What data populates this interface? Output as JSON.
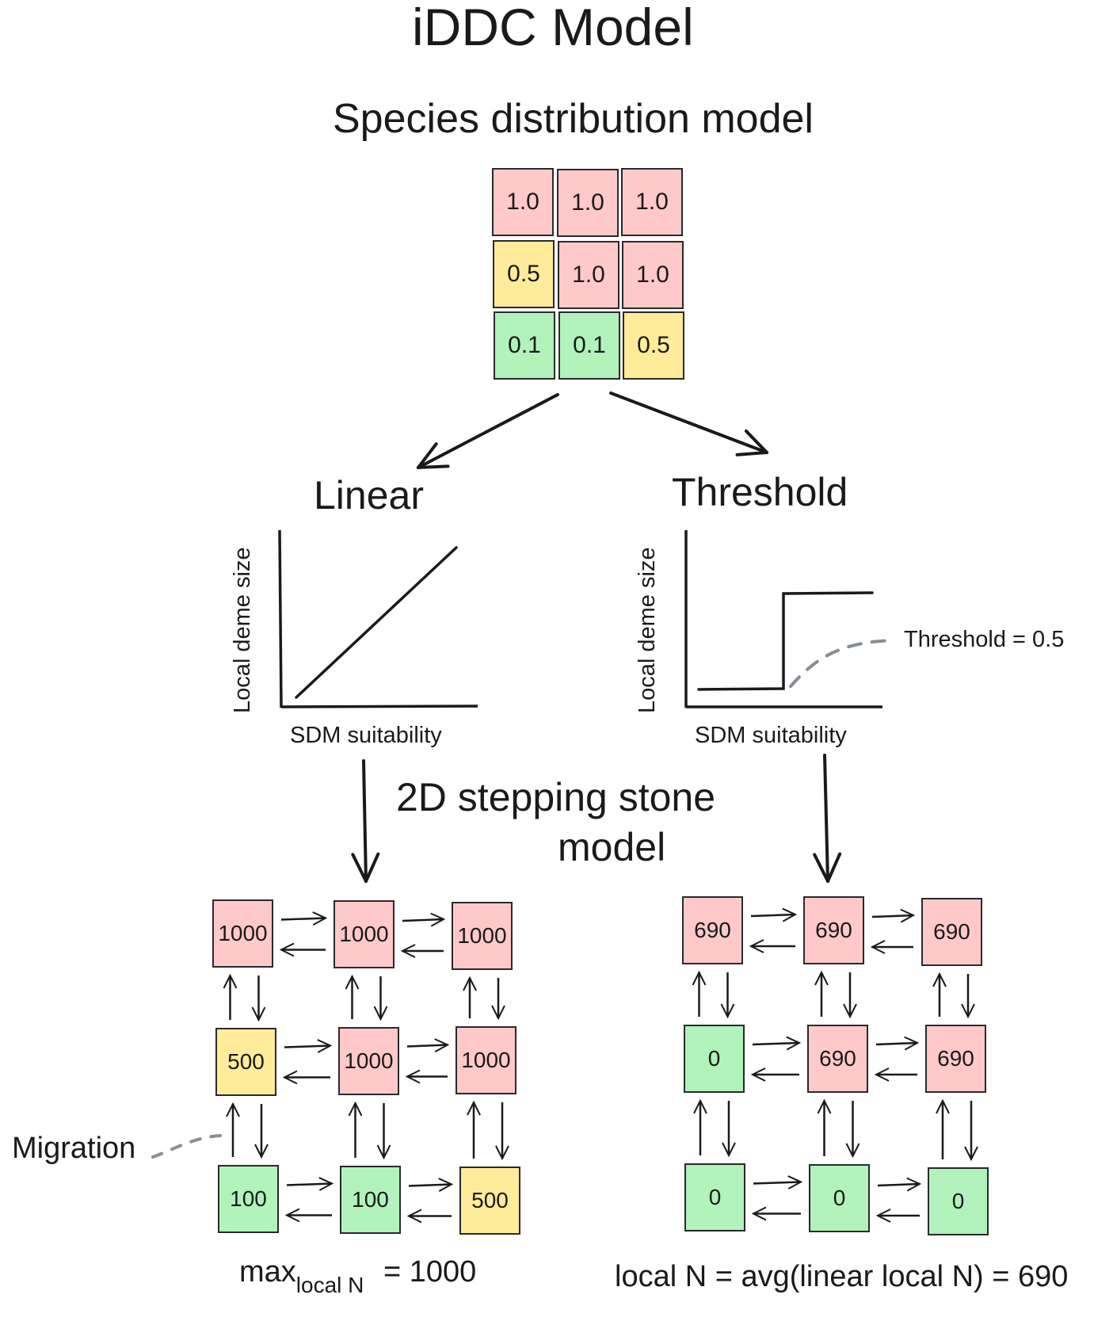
{
  "title": "iDDC Model",
  "sdm": {
    "heading": "Species distribution model",
    "grid": [
      [
        {
          "value": "1.0",
          "class": "high"
        },
        {
          "value": "1.0",
          "class": "high"
        },
        {
          "value": "1.0",
          "class": "high"
        }
      ],
      [
        {
          "value": "0.5",
          "class": "mid"
        },
        {
          "value": "1.0",
          "class": "high"
        },
        {
          "value": "1.0",
          "class": "high"
        }
      ],
      [
        {
          "value": "0.1",
          "class": "low"
        },
        {
          "value": "0.1",
          "class": "low"
        },
        {
          "value": "0.5",
          "class": "mid"
        }
      ]
    ]
  },
  "linear": {
    "heading": "Linear",
    "ylabel": "Local deme size",
    "xlabel": "SDM suitability"
  },
  "threshold": {
    "heading": "Threshold",
    "ylabel": "Local deme size",
    "xlabel": "SDM suitability",
    "annotation": "Threshold = 0.5",
    "threshold_value": 0.5
  },
  "stepping_stone": {
    "heading_line1": "2D stepping stone",
    "heading_line2": "model",
    "migration_label": "Migration",
    "linear_grid": [
      [
        {
          "value": "1000",
          "class": "high"
        },
        {
          "value": "1000",
          "class": "high"
        },
        {
          "value": "1000",
          "class": "high"
        }
      ],
      [
        {
          "value": "500",
          "class": "mid"
        },
        {
          "value": "1000",
          "class": "high"
        },
        {
          "value": "1000",
          "class": "high"
        }
      ],
      [
        {
          "value": "100",
          "class": "low"
        },
        {
          "value": "100",
          "class": "low"
        },
        {
          "value": "500",
          "class": "mid"
        }
      ]
    ],
    "threshold_grid": [
      [
        {
          "value": "690",
          "class": "high"
        },
        {
          "value": "690",
          "class": "high"
        },
        {
          "value": "690",
          "class": "high"
        }
      ],
      [
        {
          "value": "0",
          "class": "low"
        },
        {
          "value": "690",
          "class": "high"
        },
        {
          "value": "690",
          "class": "high"
        }
      ],
      [
        {
          "value": "0",
          "class": "low"
        },
        {
          "value": "0",
          "class": "low"
        },
        {
          "value": "0",
          "class": "low"
        }
      ]
    ],
    "linear_formula": {
      "main": "max",
      "sub": "local N",
      "rest": "= 1000"
    },
    "threshold_formula": "local N = avg(linear local N) = 690"
  },
  "colors": {
    "high": "#ffc9c9",
    "mid": "#ffeb99",
    "low": "#b2f2bb",
    "ink": "#1a1a1a",
    "dashed": "#868e96"
  }
}
